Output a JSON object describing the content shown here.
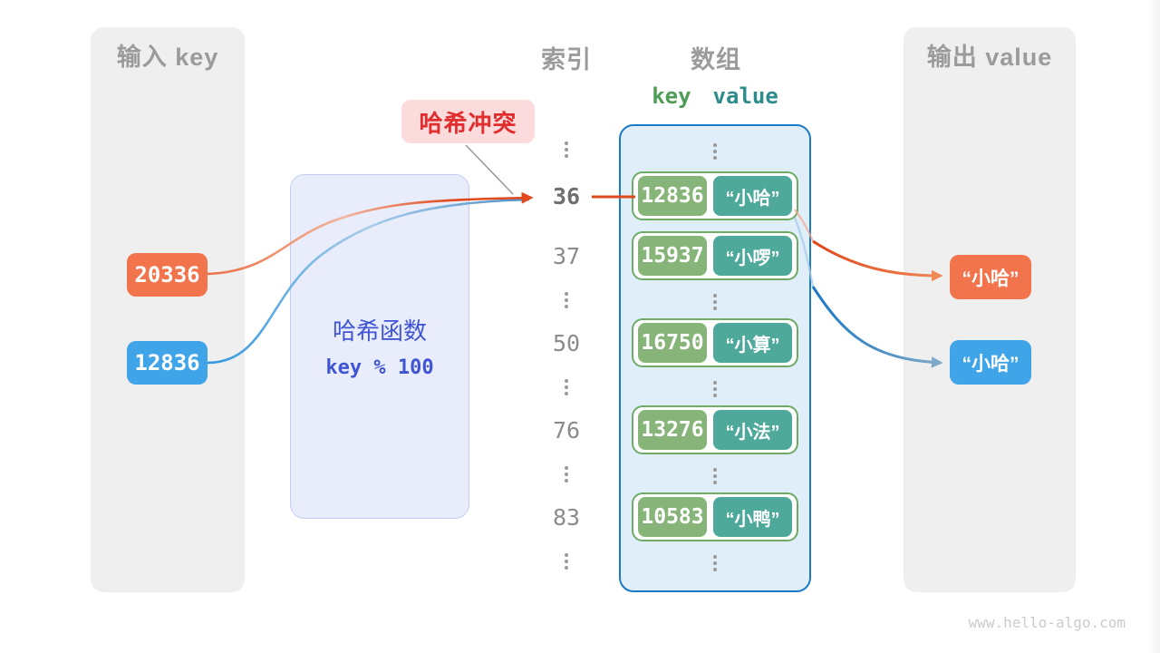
{
  "watermark": "www.hello-algo.com",
  "input_panel": {
    "title": "输入 key",
    "keys": [
      {
        "label": "20336"
      },
      {
        "label": "12836"
      }
    ]
  },
  "output_panel": {
    "title": "输出 value",
    "values": [
      {
        "label": "“小哈”"
      },
      {
        "label": "“小哈”"
      }
    ]
  },
  "hash_function": {
    "name": "哈希函数",
    "formula": "key % 100"
  },
  "collision": {
    "label": "哈希冲突"
  },
  "index_column": {
    "title": "索引"
  },
  "array": {
    "title": "数组",
    "key_header": "key",
    "value_header": "value",
    "entries": [
      {
        "index": "36",
        "key": "12836",
        "value": "“小哈”",
        "highlighted": true
      },
      {
        "index": "37",
        "key": "15937",
        "value": "“小啰”",
        "highlighted": false
      },
      {
        "index": "50",
        "key": "16750",
        "value": "“小算”",
        "highlighted": false
      },
      {
        "index": "76",
        "key": "13276",
        "value": "“小法”",
        "highlighted": false
      },
      {
        "index": "83",
        "key": "10583",
        "value": "“小鸭”",
        "highlighted": false
      }
    ]
  },
  "colors": {
    "orange": "#F2744D",
    "blue": "#3FA4E8",
    "key_green": "#87B478",
    "value_teal": "#4FA99B",
    "array_border": "#1B79C5",
    "collision_red": "#E12D2D",
    "hash_text": "#4055D4"
  }
}
